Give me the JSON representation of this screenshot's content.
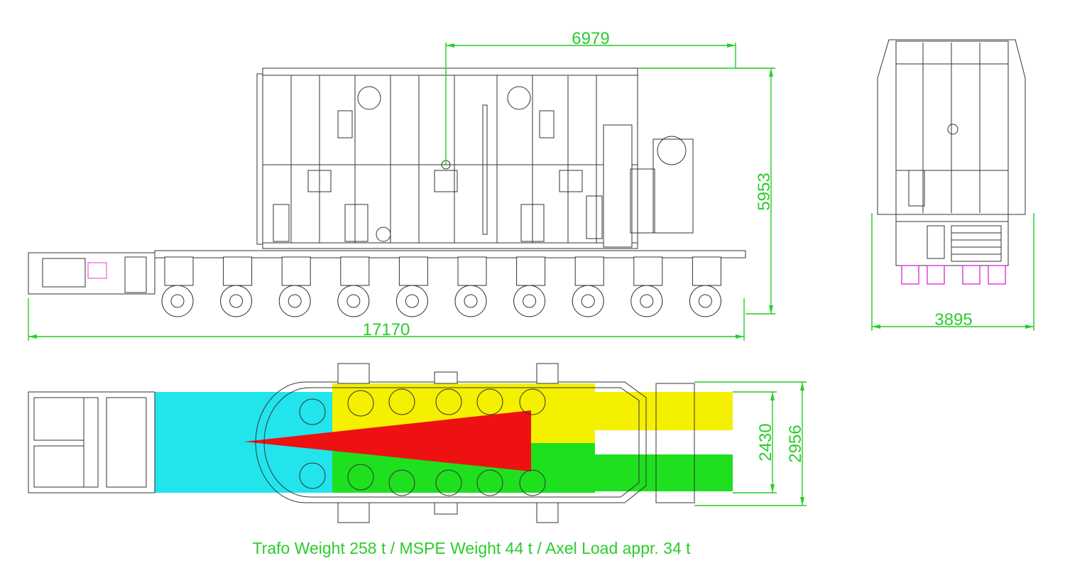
{
  "dimensions": {
    "tank_length": "6979",
    "total_height": "5953",
    "total_length": "17170",
    "side_width": "3895",
    "inner_width": "2430",
    "outer_width": "2956"
  },
  "caption": "Trafo Weight 258 t / MSPE Weight 44 t / Axel Load appr. 34 t",
  "colors": {
    "dimension": "#2bcc2b",
    "load_cyan": "#22e4ec",
    "load_yellow": "#f4f000",
    "load_green": "#1fe01f",
    "load_red": "#ee1111",
    "axle_magenta": "#e040e0",
    "outline": "#333333"
  },
  "views": [
    "side-view",
    "end-view",
    "top-view"
  ]
}
